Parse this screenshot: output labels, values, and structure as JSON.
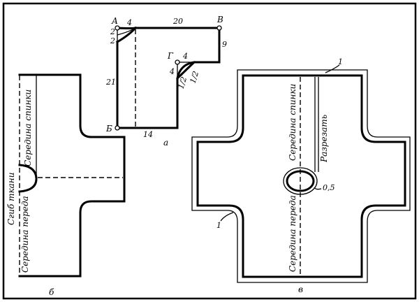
{
  "figure_a": {
    "points": {
      "A": "А",
      "B": "В",
      "Bb": "Б",
      "G": "Г"
    },
    "dims": {
      "top": "20",
      "right": "9",
      "left": "21",
      "bottom": "14",
      "neck_w": "4",
      "neck_h1": "2",
      "neck_h2": "2",
      "arm_w": "4",
      "arm_h": "4",
      "half1": "1/2",
      "half2": "1/2"
    },
    "caption": "а"
  },
  "figure_b": {
    "fold": "Сгиб ткани",
    "back_center": "Середина спинки",
    "front_center": "Середина переда",
    "caption": "б"
  },
  "figure_c": {
    "back_center": "Середина спинки",
    "front_center": "Середина переда",
    "cut": "Разрезать",
    "callout_1a": "1",
    "callout_1b": "1",
    "seam": "0,5",
    "caption": "в"
  }
}
